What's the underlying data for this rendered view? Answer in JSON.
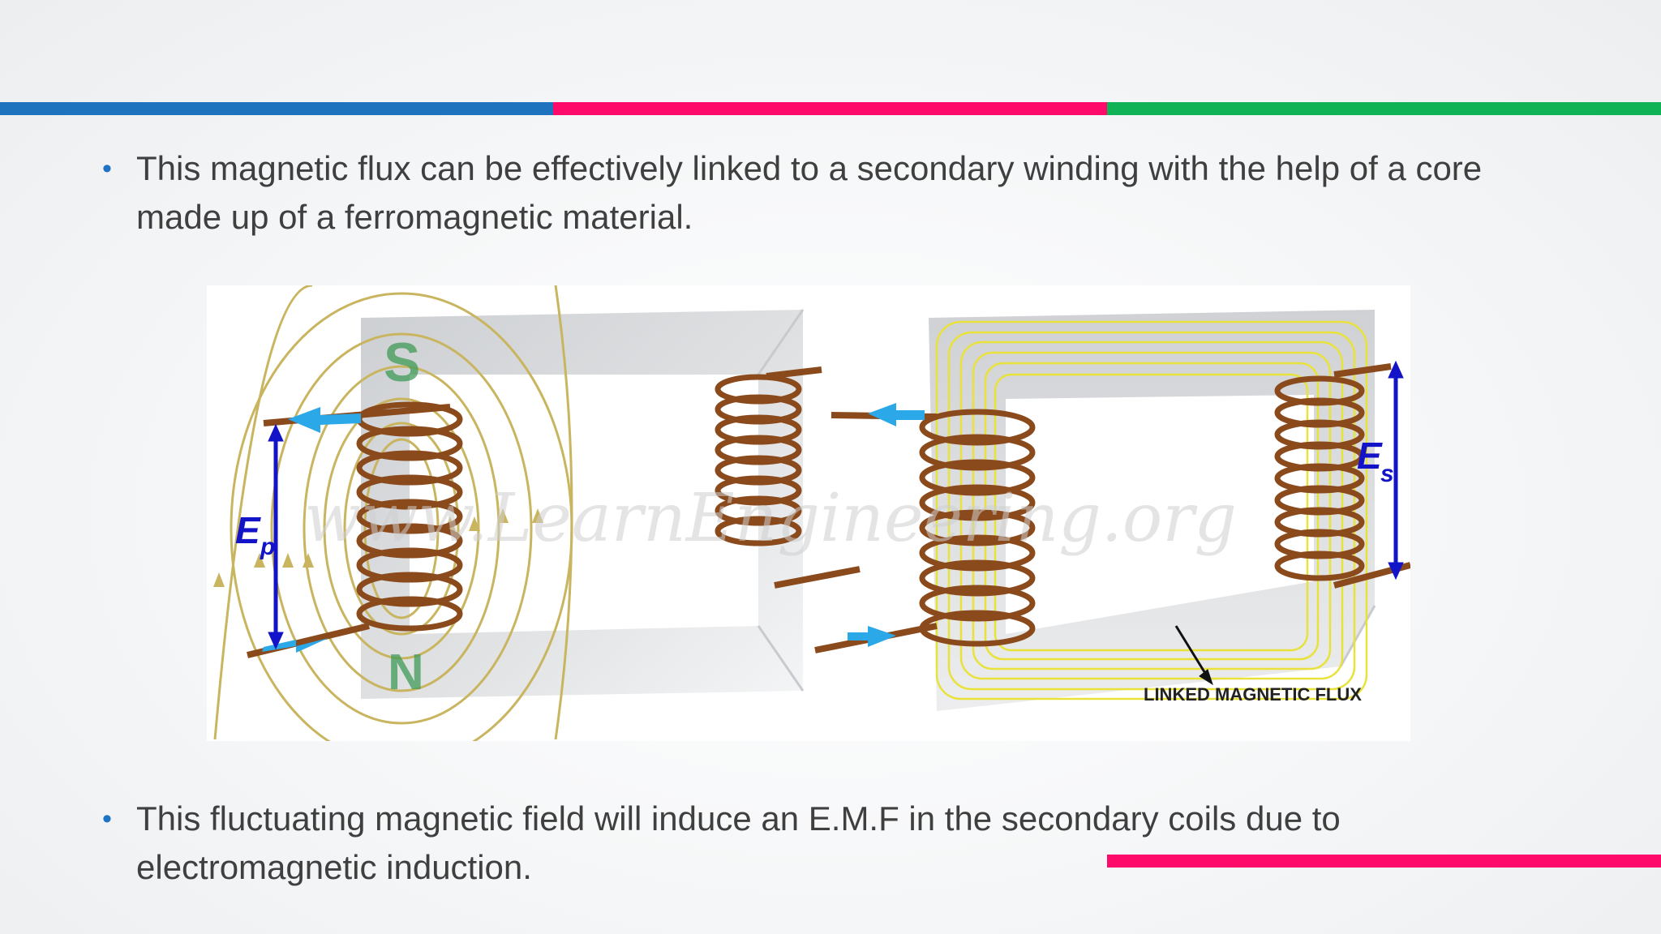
{
  "slide": {
    "top_bar_colors": [
      "#1e73be",
      "#fe0a6a",
      "#10b256"
    ],
    "bottom_bar_color": "#fe0a6a",
    "bullet_color": "#1f73c4",
    "bullet_glyph": "•"
  },
  "bullets": [
    {
      "line1": "This magnetic flux can be effectively linked to a secondary winding with the help of a core",
      "line2": "made up of a ferromagnetic material."
    },
    {
      "line1": "This fluctuating magnetic field will induce an E.M.F in the secondary coils due to",
      "line2": "electromagnetic induction."
    }
  ],
  "figure": {
    "watermark": "www.LearnEngineering.org",
    "label_ep": "E",
    "label_ep_sub": "p",
    "label_es": "E",
    "label_es_sub": "s",
    "label_s": "S",
    "label_n": "N",
    "flux_caption": "LINKED MAGNETIC FLUX",
    "colors": {
      "core": "#b9bcc0",
      "coil": "#8a4a1c",
      "field_line": "#c9b560",
      "flux_line": "#e8e23a",
      "emf_arrow": "#1313c8",
      "current_arrow": "#2aa8e8",
      "pole_text": "#3f9b57"
    }
  }
}
